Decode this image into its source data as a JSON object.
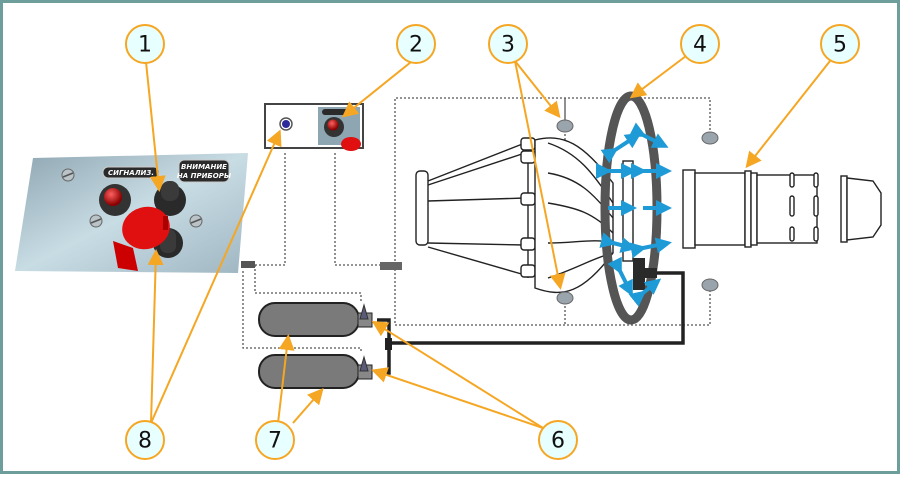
{
  "diagram": {
    "type": "fire-extinguishing-system-schematic",
    "colors": {
      "frame_border": "#6e9e9c",
      "callout_stroke": "#f5a623",
      "callout_fill": "#e8ffff",
      "leader_line": "#f5a623",
      "spray_arrows": "#1e9ad6",
      "manifold_ring": "#555555",
      "bottles": "#7a7a7a",
      "dashed_wires": "#555555",
      "cap_red": "#e01010",
      "panel": "#a9c0cc"
    },
    "panel": {
      "label_signal": "СИГНАЛИЗ.",
      "label_attention_line1": "ВНИМАНИЕ",
      "label_attention_line2": "НА ПРИБОРЫ"
    },
    "callouts": [
      {
        "id": "1",
        "label": "1"
      },
      {
        "id": "2",
        "label": "2"
      },
      {
        "id": "3",
        "label": "3"
      },
      {
        "id": "4",
        "label": "4"
      },
      {
        "id": "5",
        "label": "5"
      },
      {
        "id": "6",
        "label": "6"
      },
      {
        "id": "7",
        "label": "7"
      },
      {
        "id": "8",
        "label": "8"
      }
    ],
    "icons": {
      "indicator_lamp": "blue-indicator-lamp-icon",
      "sensor": "fire-sensor-icon",
      "bottle": "extinguisher-bottle-icon",
      "squib": "squib-valve-icon",
      "ring": "spray-manifold-ring-icon",
      "engine": "engine-icon"
    }
  }
}
